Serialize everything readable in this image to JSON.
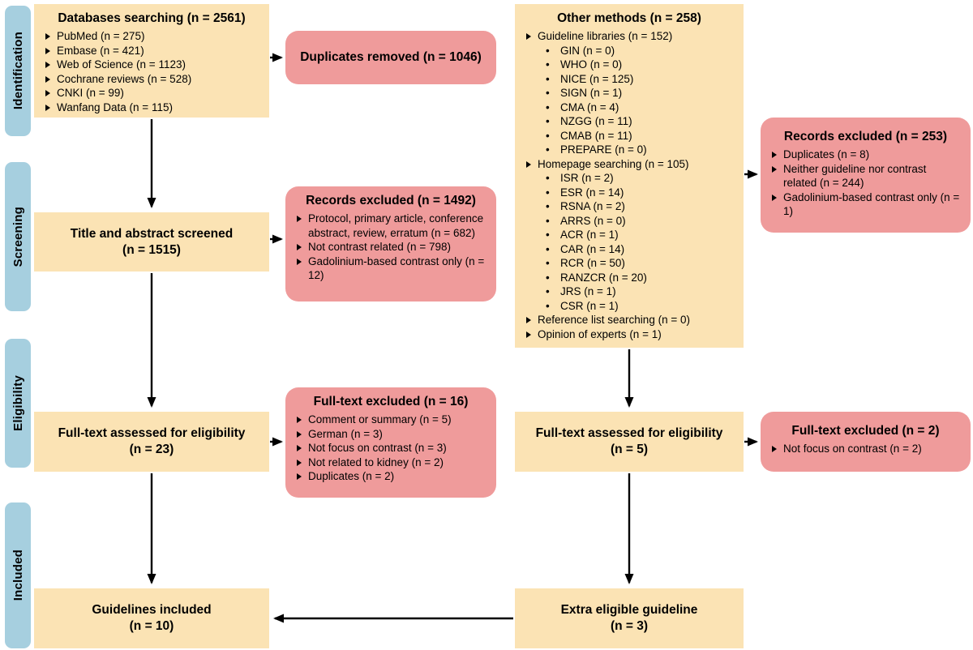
{
  "colors": {
    "yellow": "#FBE3B4",
    "pink": "#EF9B9B",
    "blue": "#A6CFDF",
    "line": "#000000"
  },
  "icons": {
    "bullet_dot": "•"
  },
  "stages": {
    "identification": "Identification",
    "screening": "Screening",
    "eligibility": "Eligibility",
    "included": "Included"
  },
  "col1": {
    "databases": {
      "title": "Databases searching (n = 2561)",
      "items": [
        "PubMed (n = 275)",
        "Embase (n = 421)",
        "Web of Science (n = 1123)",
        "Cochrane reviews (n = 528)",
        "CNKI (n = 99)",
        "Wanfang Data (n = 115)"
      ]
    },
    "title_abstract": {
      "line1": "Title and abstract screened",
      "line2": "(n = 1515)"
    },
    "fulltext": {
      "line1": "Full-text assessed for eligibility",
      "line2": "(n = 23)"
    },
    "included": {
      "line1": "Guidelines included",
      "line2": "(n = 10)"
    }
  },
  "col2": {
    "duplicates": {
      "title": "Duplicates removed (n = 1046)"
    },
    "records_excluded": {
      "title": "Records excluded (n = 1492)",
      "items": [
        "Protocol, primary article, conference abstract, review, erratum  (n = 682)",
        "Not contrast related (n = 798)",
        "Gadolinium-based contrast only (n = 12)"
      ]
    },
    "fulltext_excluded": {
      "title": "Full-text excluded (n = 16)",
      "items": [
        "Comment or summary (n = 5)",
        "German (n = 3)",
        "Not focus on contrast (n = 3)",
        "Not related to kidney (n = 2)",
        "Duplicates (n = 2)"
      ]
    }
  },
  "col3": {
    "other_methods": {
      "title": "Other methods (n = 258)",
      "entries": [
        {
          "level": 1,
          "text": "Guideline libraries (n = 152)"
        },
        {
          "level": 2,
          "text": "GIN (n = 0)"
        },
        {
          "level": 2,
          "text": "WHO (n = 0)"
        },
        {
          "level": 2,
          "text": "NICE (n = 125)"
        },
        {
          "level": 2,
          "text": "SIGN (n = 1)"
        },
        {
          "level": 2,
          "text": "CMA (n = 4)"
        },
        {
          "level": 2,
          "text": "NZGG (n = 11)"
        },
        {
          "level": 2,
          "text": "CMAB (n = 11)"
        },
        {
          "level": 2,
          "text": "PREPARE (n = 0)"
        },
        {
          "level": 1,
          "text": "Homepage searching (n = 105)"
        },
        {
          "level": 2,
          "text": "ISR (n = 2)"
        },
        {
          "level": 2,
          "text": "ESR (n = 14)"
        },
        {
          "level": 2,
          "text": "RSNA (n = 2)"
        },
        {
          "level": 2,
          "text": "ARRS (n = 0)"
        },
        {
          "level": 2,
          "text": "ACR (n = 1)"
        },
        {
          "level": 2,
          "text": "CAR (n = 14)"
        },
        {
          "level": 2,
          "text": "RCR (n = 50)"
        },
        {
          "level": 2,
          "text": "RANZCR (n = 20)"
        },
        {
          "level": 2,
          "text": "JRS (n = 1)"
        },
        {
          "level": 2,
          "text": "CSR (n = 1)"
        },
        {
          "level": 1,
          "text": "Reference list searching (n = 0)"
        },
        {
          "level": 1,
          "text": "Opinion of experts (n = 1)"
        }
      ]
    },
    "fulltext": {
      "line1": "Full-text assessed for eligibility",
      "line2": "(n = 5)"
    },
    "extra": {
      "line1": "Extra eligible guideline",
      "line2": "(n = 3)"
    }
  },
  "col4": {
    "records_excluded": {
      "title": "Records excluded (n = 253)",
      "items": [
        "Duplicates (n = 8)",
        "Neither guideline nor contrast related (n = 244)",
        "Gadolinium-based contrast only (n = 1)"
      ]
    },
    "fulltext_excluded": {
      "title": "Full-text excluded (n = 2)",
      "items": [
        "Not focus on contrast (n = 2)"
      ]
    }
  }
}
